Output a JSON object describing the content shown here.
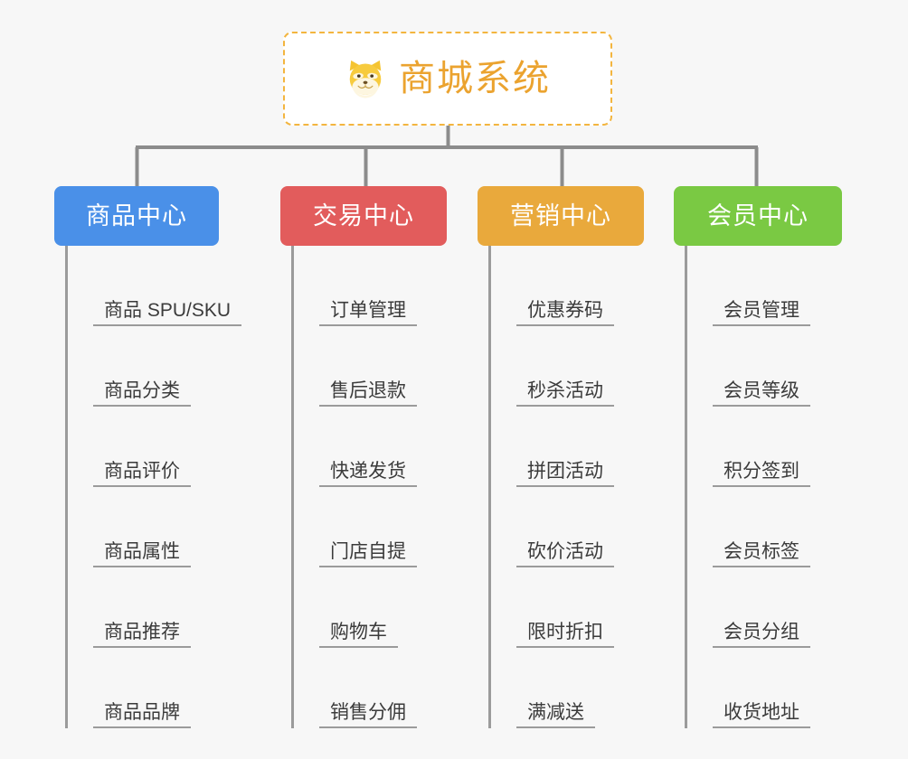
{
  "diagram": {
    "type": "mind-map",
    "background_color": "#f7f7f7",
    "root": {
      "title": "商城系统",
      "icon": "shiba-dog-face-icon",
      "text_color": "#eba32f",
      "border_color": "#f3b53f",
      "background_color": "#ffffff"
    },
    "connector_color": "#8c8c8c",
    "branches": [
      {
        "label": "商品中心",
        "color": "#4a90e8",
        "items": [
          "商品 SPU/SKU",
          "商品分类",
          "商品评价",
          "商品属性",
          "商品推荐",
          "商品品牌"
        ]
      },
      {
        "label": "交易中心",
        "color": "#e25c5c",
        "items": [
          "订单管理",
          "售后退款",
          "快递发货",
          "门店自提",
          "购物车",
          "销售分佣"
        ]
      },
      {
        "label": "营销中心",
        "color": "#e9a93c",
        "items": [
          "优惠券码",
          "秒杀活动",
          "拼团活动",
          "砍价活动",
          "限时折扣",
          "满减送"
        ]
      },
      {
        "label": "会员中心",
        "color": "#7ac943",
        "items": [
          "会员管理",
          "会员等级",
          "积分签到",
          "会员标签",
          "会员分组",
          "收货地址"
        ]
      }
    ]
  }
}
